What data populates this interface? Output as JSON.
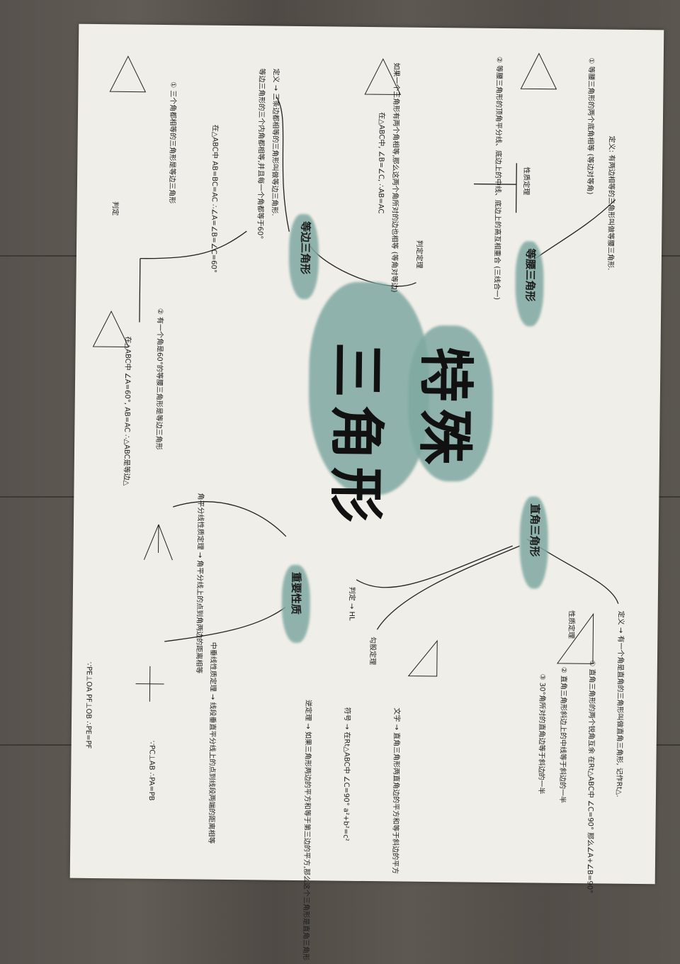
{
  "title": {
    "line1": "特殊",
    "line2": "三角形"
  },
  "colors": {
    "paper": "#f0eee8",
    "watercolor": "#7fa9a2",
    "ink": "#1c1c1c"
  },
  "isosceles": {
    "label": "等腰三角形",
    "definition": "定义: 有两边相等的三角形叫做等腰三角形.",
    "property_label": "性质定理",
    "property1": "① 等腰三角形的两个底角相等 (等边对等角)",
    "property2": "② 等腰三角形的顶角平分线、底边上的中线、底边上的高互相重合 (三线合一)",
    "judge_label": "判定定理",
    "judge": "如果一个三角形有两个角相等,那么这两个角所对的边也相等 (等角对等边)",
    "judge_sym": "在△ABC中, ∠B=∠C, ∴AB=AC"
  },
  "equilateral": {
    "label": "等边三角形",
    "definition": "定义 → 三条边都相等的三角形叫做等边三角形.",
    "property": "等边三角形的三个内角都相等,并且每一个角都等于60°",
    "property_sym": "在△ABC中 AB=BC=AC ∴∠A=∠B=∠C=60°",
    "judge_label": "判定",
    "judge1": "① 三个角都相等的三角形是等边三角形",
    "judge2": "② 有一个角是60°的等腰三角形是等边三角形",
    "judge2_sym": "在△ABC中 ∠A=60°, AB=AC ∴△ABC是等边△"
  },
  "right": {
    "label": "直角三角形",
    "definition": "定义 → 有一个角是直角的三角形叫做直角三角形, 记作Rt△.",
    "property_label": "性质定理",
    "property1": "① 直角三角形的两个锐角互余  在Rt△ABC中 ∠C=90° 那么∠A+∠B=90°",
    "property2": "② 直角三角形斜边上的中线等于斜边的一半",
    "property3": "③ 30°角所对的直角边等于斜边的一半",
    "judge_label": "判定 → HL",
    "pythagoras_label": "勾股定理",
    "pythagoras": "文字 → 直角三角形两直角边的平方和等于斜边的平方",
    "pythagoras_sym": "符号 → 在Rt△ABC中 ∠C=90°  a²+b²=c²",
    "converse": "逆定理 → 如果三角形两边的平方和等于第三边的平方,那么这个三角形是直角三角形"
  },
  "important": {
    "label": "重要性质",
    "bisector": "角平分线性质定理 → 角平分线上的点到角两边的距离相等",
    "bisector_sym": "∵PE⊥OA PF⊥OB ∴PE=PF",
    "perp": "中垂线性质定理 → 线段垂直平分线上的点到线段两端的距离相等",
    "perp_sym": "∵PC⊥AB ∴PA=PB"
  }
}
